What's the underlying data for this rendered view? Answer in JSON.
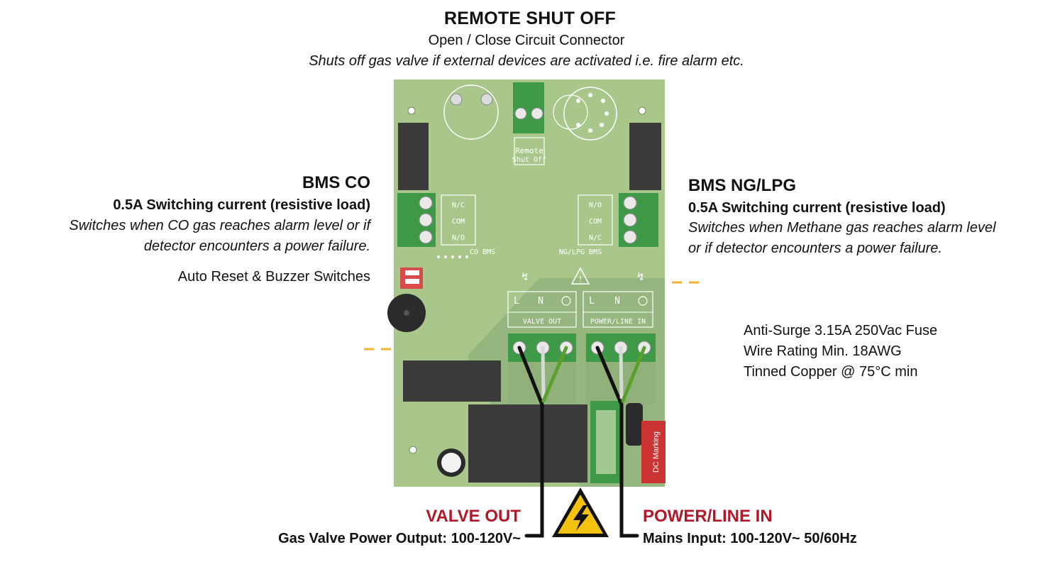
{
  "remote": {
    "title": "REMOTE SHUT OFF",
    "subtitle": "Open / Close Circuit Connector",
    "note": "Shuts off gas valve if external devices are activated i.e. fire alarm etc."
  },
  "bms_co": {
    "title": "BMS CO",
    "spec": "0.5A Switching current (resistive load)",
    "note_line1": "Switches when CO gas reaches alarm level or if",
    "note_line2": "detector encounters a power failure."
  },
  "bms_ng": {
    "title": "BMS NG/LPG",
    "spec": "0.5A Switching current (resistive load)",
    "note_line1": "Switches when Methane gas reaches alarm level",
    "note_line2": "or if detector encounters a power failure."
  },
  "auto_reset": "Auto Reset & Buzzer Switches",
  "fuse": {
    "line1": "Anti-Surge 3.15A 250Vac Fuse",
    "line2": "Wire Rating Min. 18AWG",
    "line3": "Tinned Copper @ 75°C min"
  },
  "valve_out": {
    "title": "VALVE OUT",
    "desc": "Gas Valve Power Output: 100-120V~"
  },
  "power_in": {
    "title": "POWER/LINE IN",
    "desc": "Mains Input: 100-120V~ 50/60Hz"
  },
  "board": {
    "remote_label_1": "Remote",
    "remote_label_2": "Shut Off",
    "co_terminals": [
      "N/C",
      "COM",
      "N/O"
    ],
    "co_label": "CO BMS",
    "ng_terminals": [
      "N/O",
      "COM",
      "N/C"
    ],
    "ng_label": "NG/LPG BMS",
    "lne_left": [
      "L",
      "N"
    ],
    "lne_right": [
      "L",
      "N"
    ],
    "valve_out_label": "VALVE OUT",
    "power_line_label": "POWER/LINE IN",
    "dc_marking": "DC Marking"
  },
  "colors": {
    "board": "#a9c78a",
    "board_dark": "#8fb07a",
    "terminal": "#3f9a48",
    "relay": "#3b3b3b",
    "warning": "#f2c20f",
    "dashed": "#f0b334",
    "accent_red": "#b3182a"
  }
}
